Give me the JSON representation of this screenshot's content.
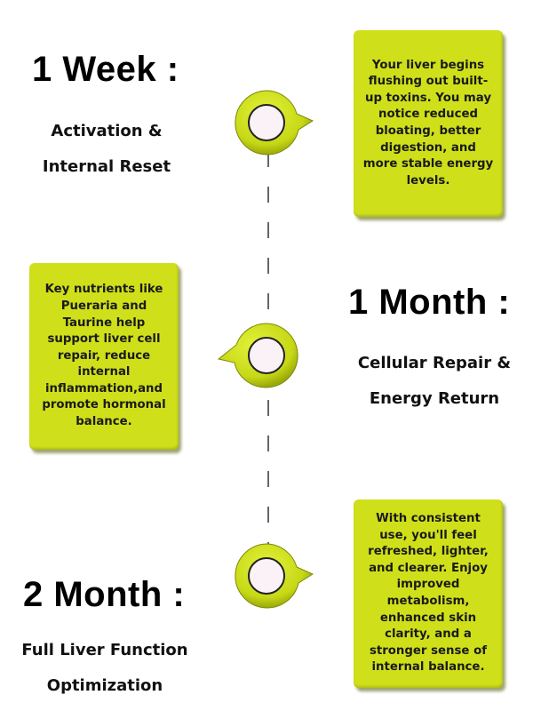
{
  "milestones": [
    {
      "heading": "1 Week :",
      "subtitle_line1": "Activation &",
      "subtitle_line2": "Internal Reset",
      "description": "Your liver begins flushing out built-up toxins. You may notice reduced bloating, better digestion, and more stable energy levels."
    },
    {
      "heading": "1 Month :",
      "subtitle_line1": "Cellular Repair &",
      "subtitle_line2": "Energy Return",
      "description": "Key nutrients like Pueraria and Taurine help support liver cell repair, reduce internal inflammation,and promote hormonal balance."
    },
    {
      "heading": "2 Month :",
      "subtitle_line1": "Full Liver Function",
      "subtitle_line2": "Optimization",
      "description": "With consistent use, you'll feel refreshed, lighter, and clearer. Enjoy improved metabolism, enhanced skin clarity, and a stronger sense of internal balance."
    }
  ],
  "colors": {
    "accent": "#cfe01a",
    "marker_inner": "#fbf2f7",
    "text": "#000000"
  },
  "icons": {
    "marker_right": "speech-bubble-pointer-right-icon",
    "marker_left": "speech-bubble-pointer-left-icon"
  }
}
